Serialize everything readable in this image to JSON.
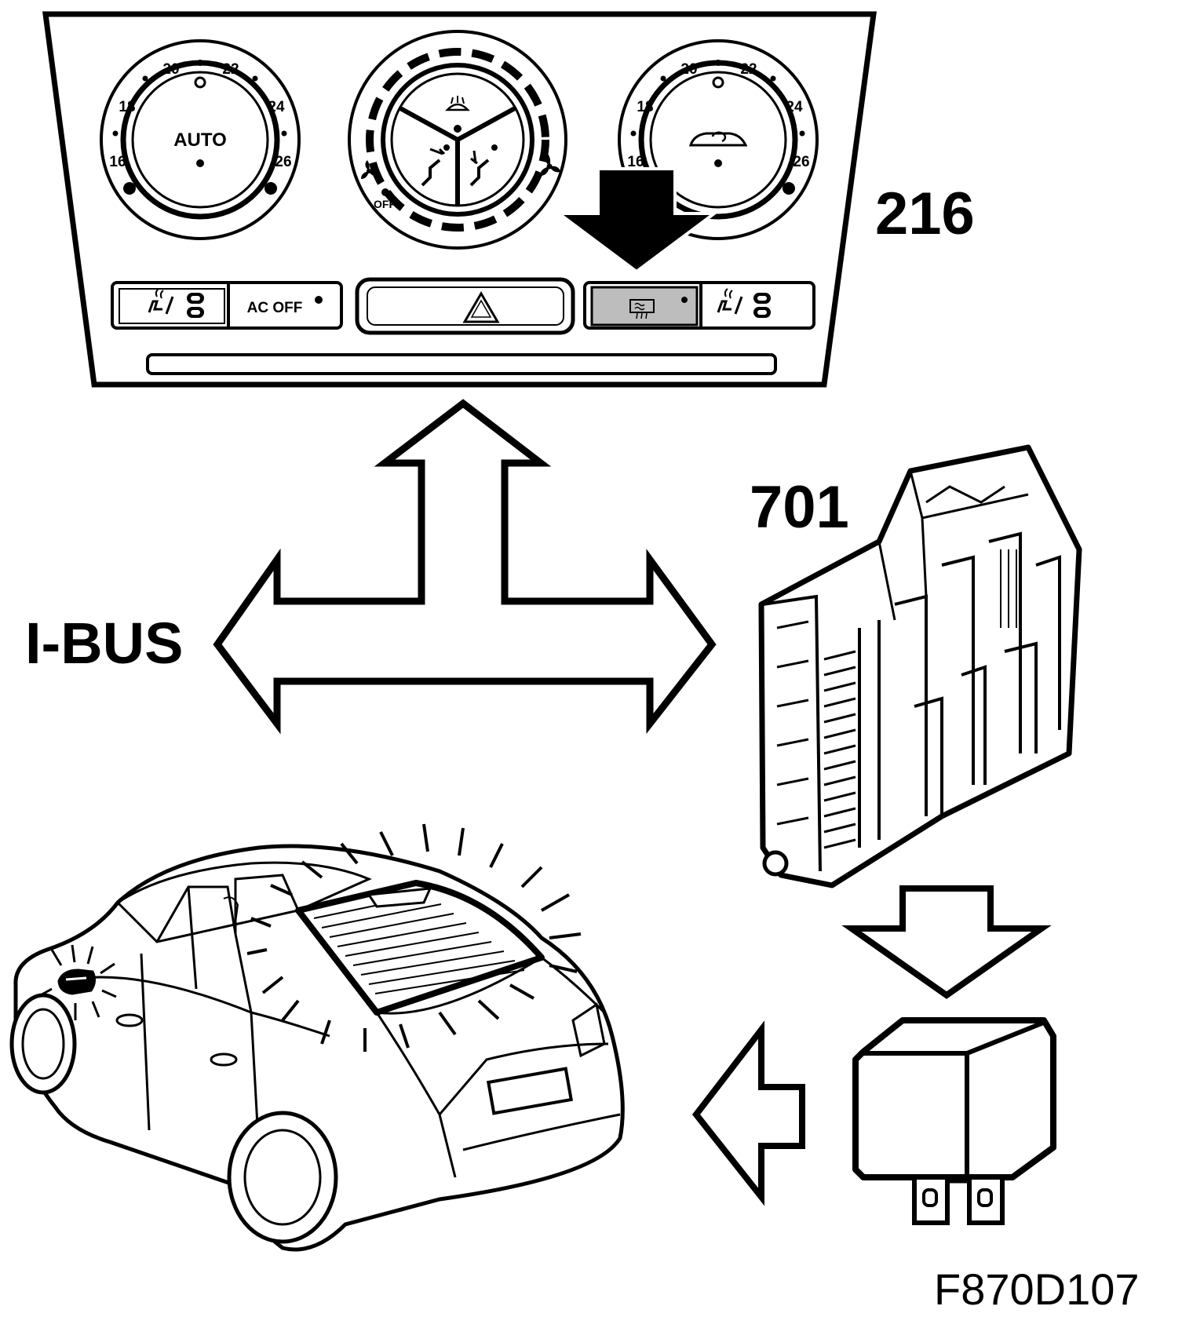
{
  "callouts": {
    "panel": "216",
    "control_module": "701",
    "bus": "I-BUS",
    "figure_id": "F870D107"
  },
  "left_dial": {
    "center": "AUTO",
    "scale": [
      "16",
      "18",
      "20",
      "22",
      "24",
      "26"
    ]
  },
  "right_dial": {
    "scale": [
      "16",
      "18",
      "20",
      "22",
      "24",
      "26"
    ]
  },
  "fan_dial": {
    "off": "OFF"
  },
  "buttons": {
    "ac_off": "AC OFF"
  },
  "icons": [
    "seat-heat-icon",
    "hazard-icon",
    "rear-defrost-icon",
    "windshield-defrost-icon",
    "fan-icon",
    "recirculation-icon"
  ],
  "colors": {
    "line": "#000000",
    "background": "#ffffff",
    "highlight": "#bdbdbd"
  }
}
